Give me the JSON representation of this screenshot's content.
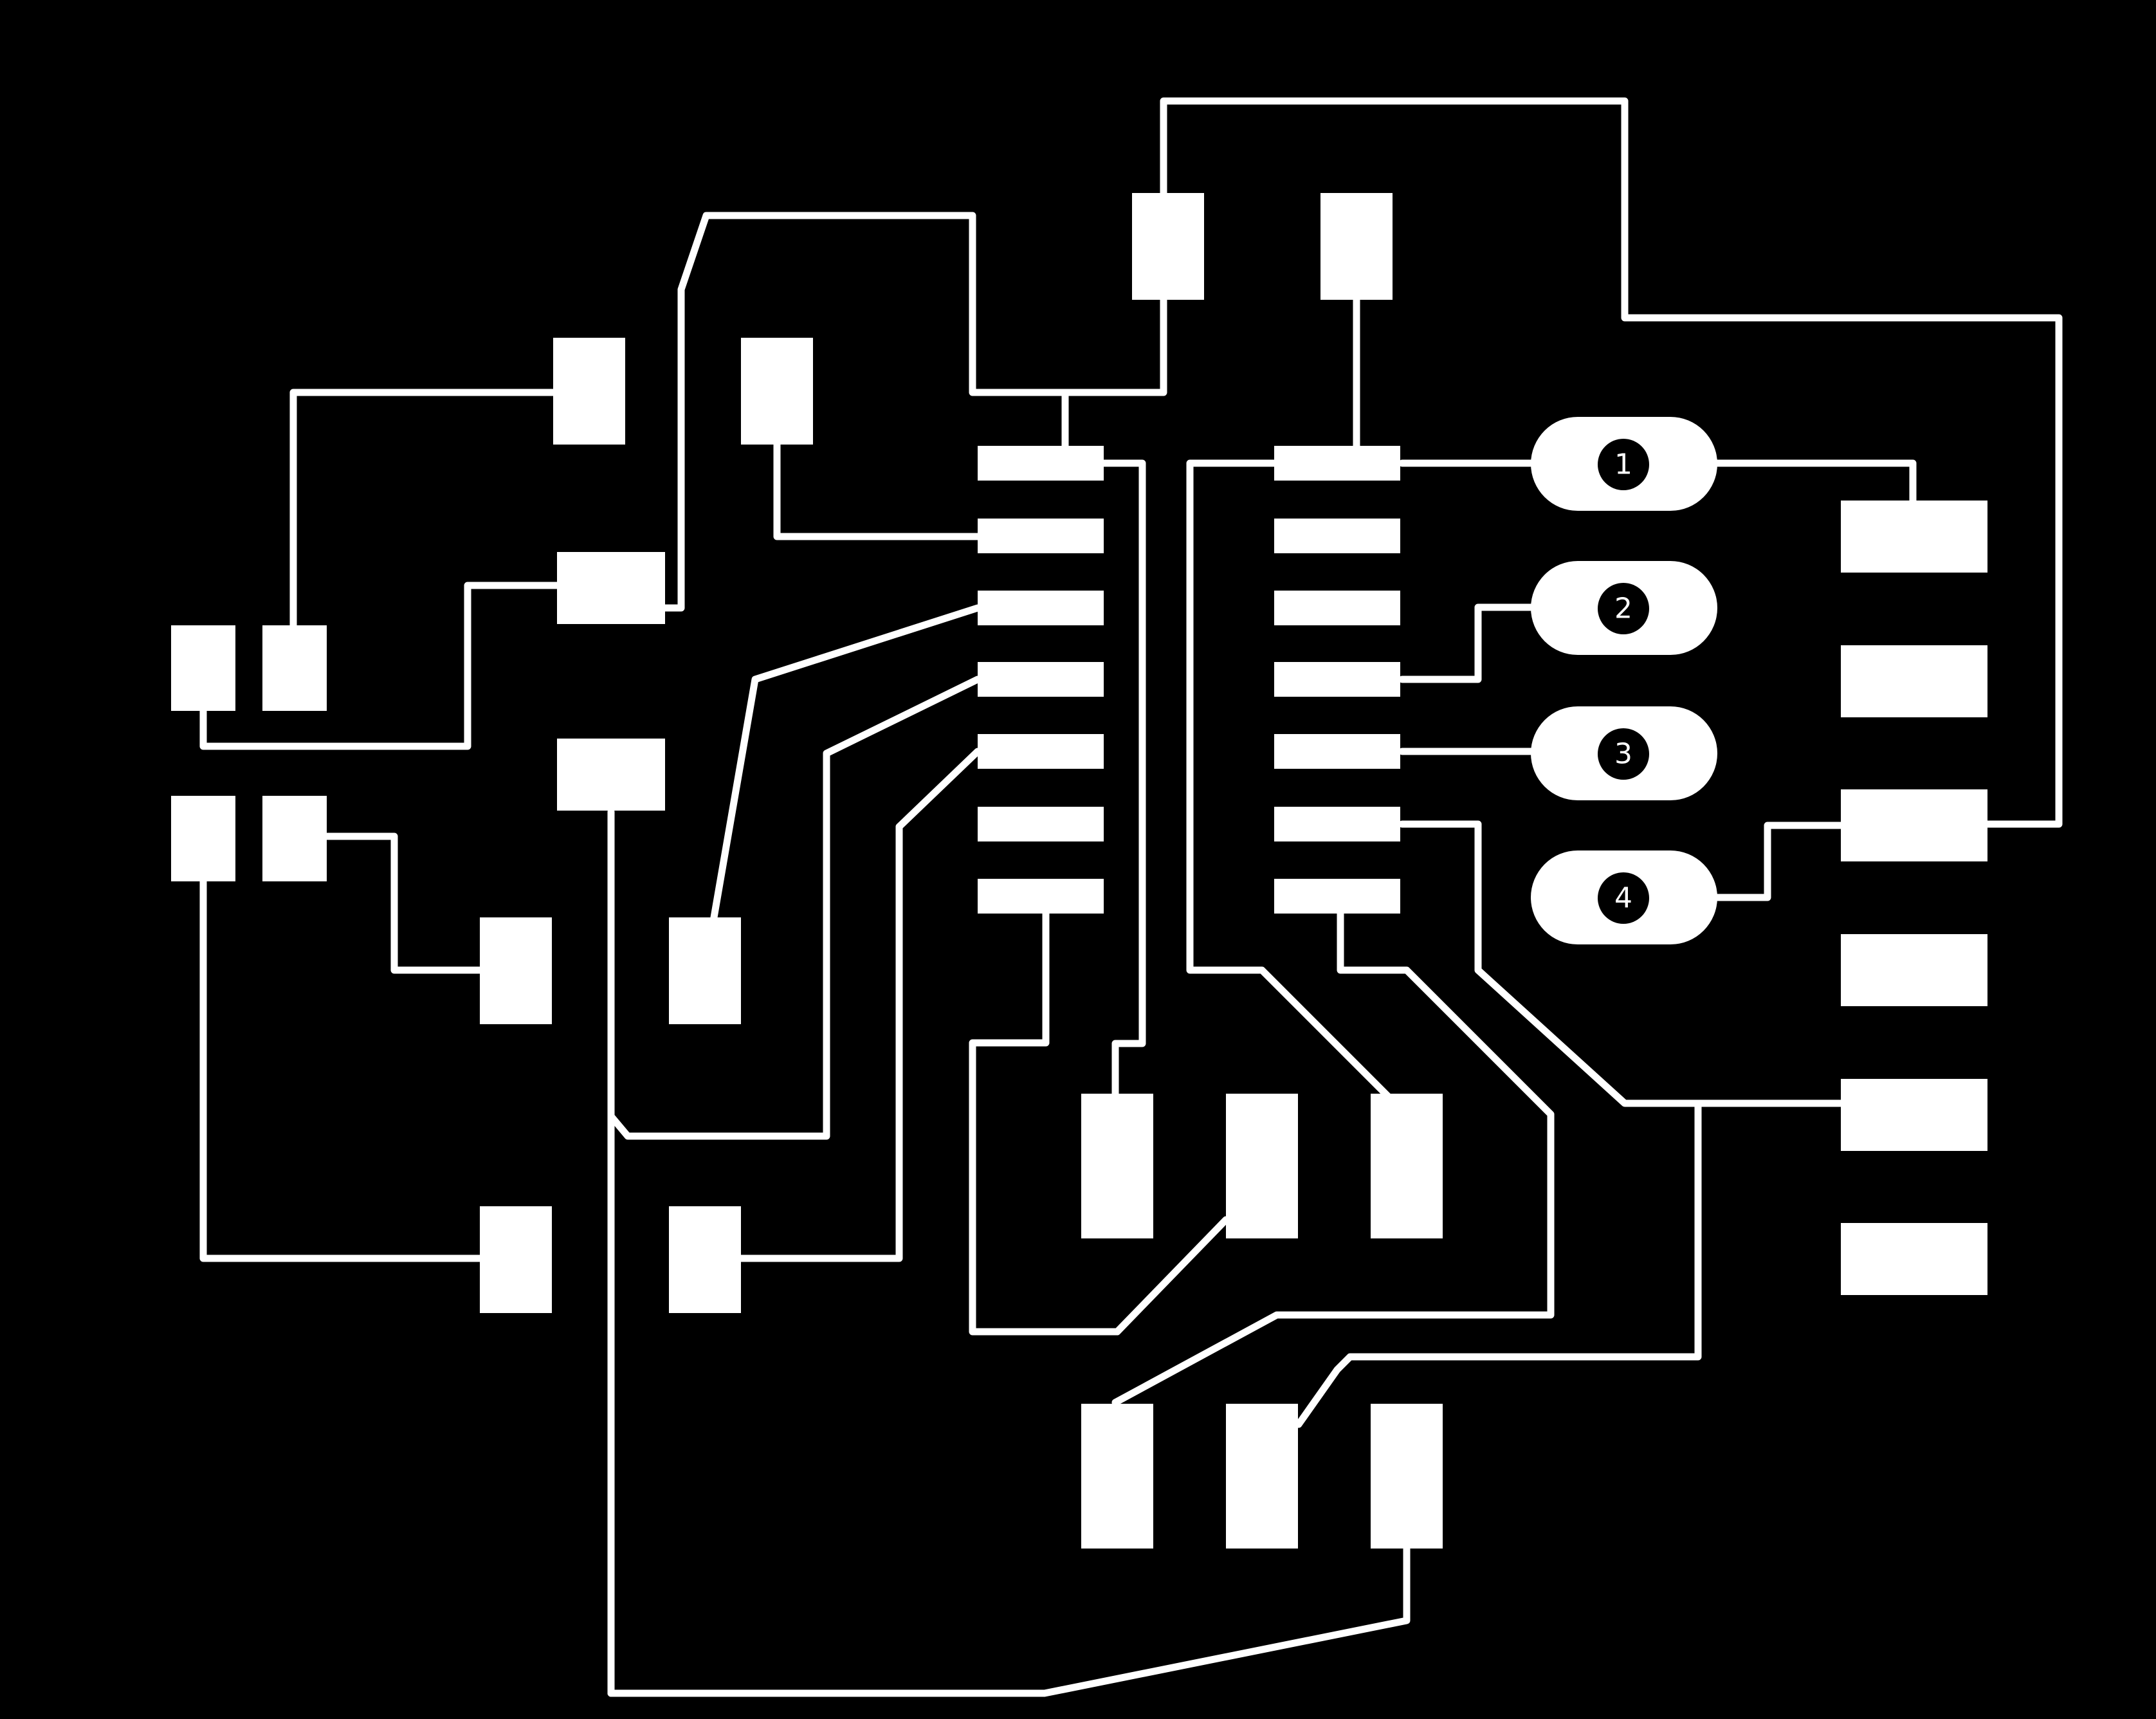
{
  "board": {
    "background": "#000000",
    "copper_color": "#ffffff",
    "pin_header_labels": [
      "1",
      "2",
      "3",
      "4"
    ]
  }
}
